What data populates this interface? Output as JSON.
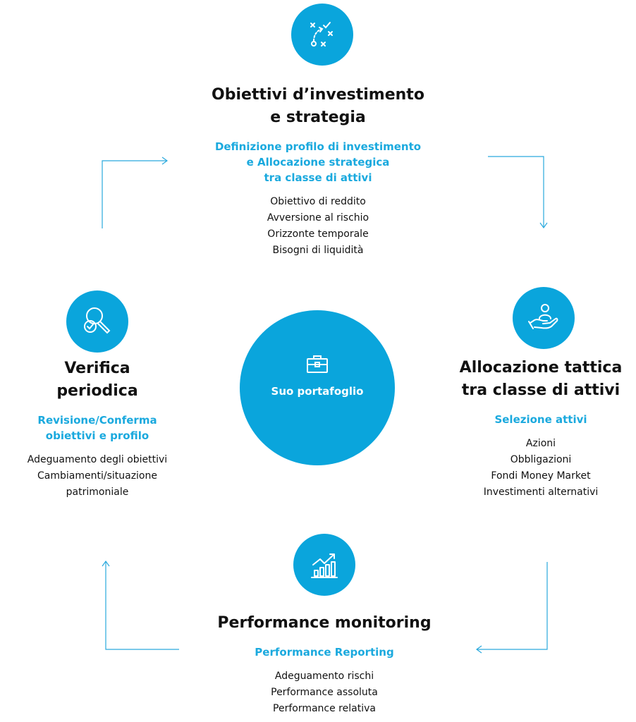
{
  "center": {
    "label": "Suo portafoglio",
    "icon": "briefcase-icon"
  },
  "colors": {
    "accent": "#0aa5dc",
    "subtitle": "#1aa9de",
    "text": "#111111"
  },
  "top": {
    "icon": "strategy-play-icon",
    "title_lines": [
      "Obiettivi d’investimento",
      "e strategia"
    ],
    "subtitle_lines": [
      "Definizione profilo di investimento",
      "e Allocazione strategica",
      "tra classe di attivi"
    ],
    "items": [
      "Obiettivo di reddito",
      "Avversione al rischio",
      "Orizzonte temporale",
      "Bisogni di liquidità"
    ]
  },
  "right": {
    "icon": "hand-person-icon",
    "title_lines": [
      "Allocazione tattica",
      "tra classe di attivi"
    ],
    "subtitle_lines": [
      "Selezione attivi"
    ],
    "items": [
      "Azioni",
      "Obbligazioni",
      "Fondi Money Market",
      "Investimenti alternativi"
    ]
  },
  "bottom": {
    "icon": "growth-chart-icon",
    "title_lines": [
      "Performance monitoring"
    ],
    "subtitle_lines": [
      "Performance Reporting"
    ],
    "items": [
      "Adeguamento rischi",
      "Performance assoluta",
      "Performance relativa"
    ]
  },
  "left": {
    "icon": "magnifier-check-icon",
    "title_lines": [
      "Verifica",
      "periodica"
    ],
    "subtitle_lines": [
      "Revisione/Conferma",
      "obiettivi e profilo"
    ],
    "items": [
      "Adeguamento degli obiettivi",
      "Cambiamenti/situazione",
      "patrimoniale"
    ]
  }
}
